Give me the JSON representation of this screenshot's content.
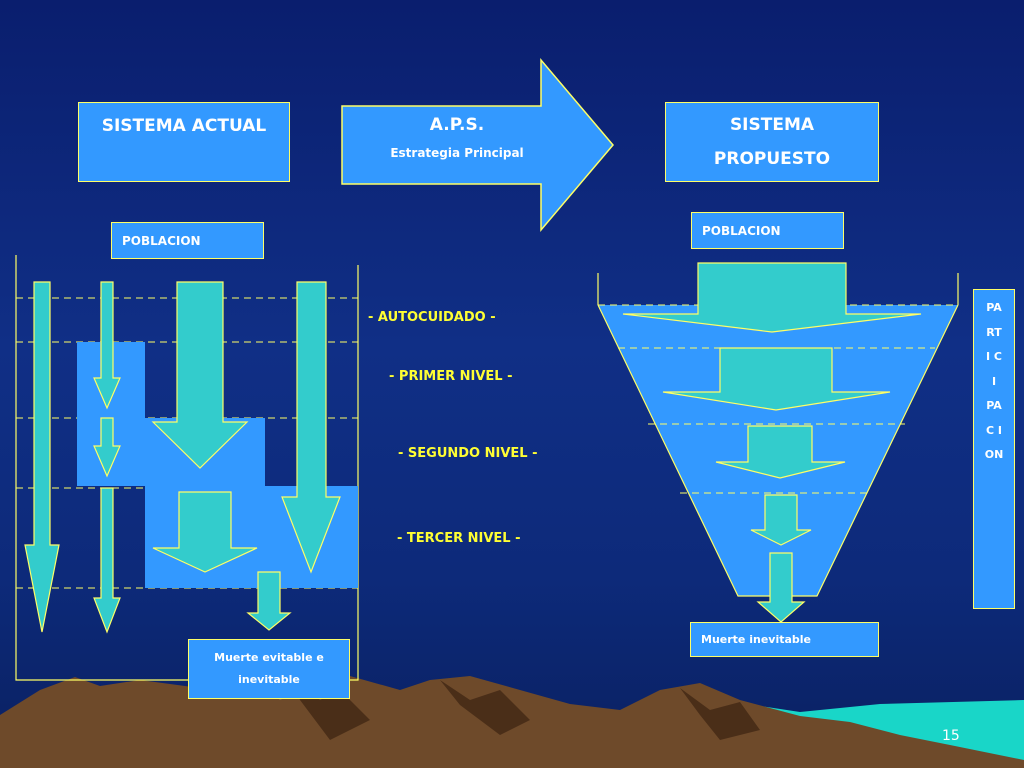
{
  "boxes": {
    "actual_title": "SISTEMA ACTUAL",
    "aps_title": "A.P.S.",
    "aps_subtitle": "Estrategia Principal",
    "propuesto_line1": "SISTEMA",
    "propuesto_line2": "PROPUESTO",
    "poblacion_left": "POBLACION",
    "poblacion_right": "POBLACION",
    "muerte_left": "Muerte evitable e inevitable",
    "muerte_right": "Muerte inevitable"
  },
  "levels": [
    "- AUTOCUIDADO -",
    "-  PRIMER NIVEL  -",
    "- SEGUNDO NIVEL -",
    "-  TERCER NIVEL  -"
  ],
  "participacion": [
    "PA",
    "RT",
    "I C",
    "I",
    "PA",
    "C I",
    "ON"
  ],
  "page_number": "15",
  "colors": {
    "box_fill": "#3399ff",
    "box_border": "#ffff66",
    "arrow_fill": "#33cccc",
    "level_text": "#ffff33",
    "background": "#0d2a7a"
  }
}
